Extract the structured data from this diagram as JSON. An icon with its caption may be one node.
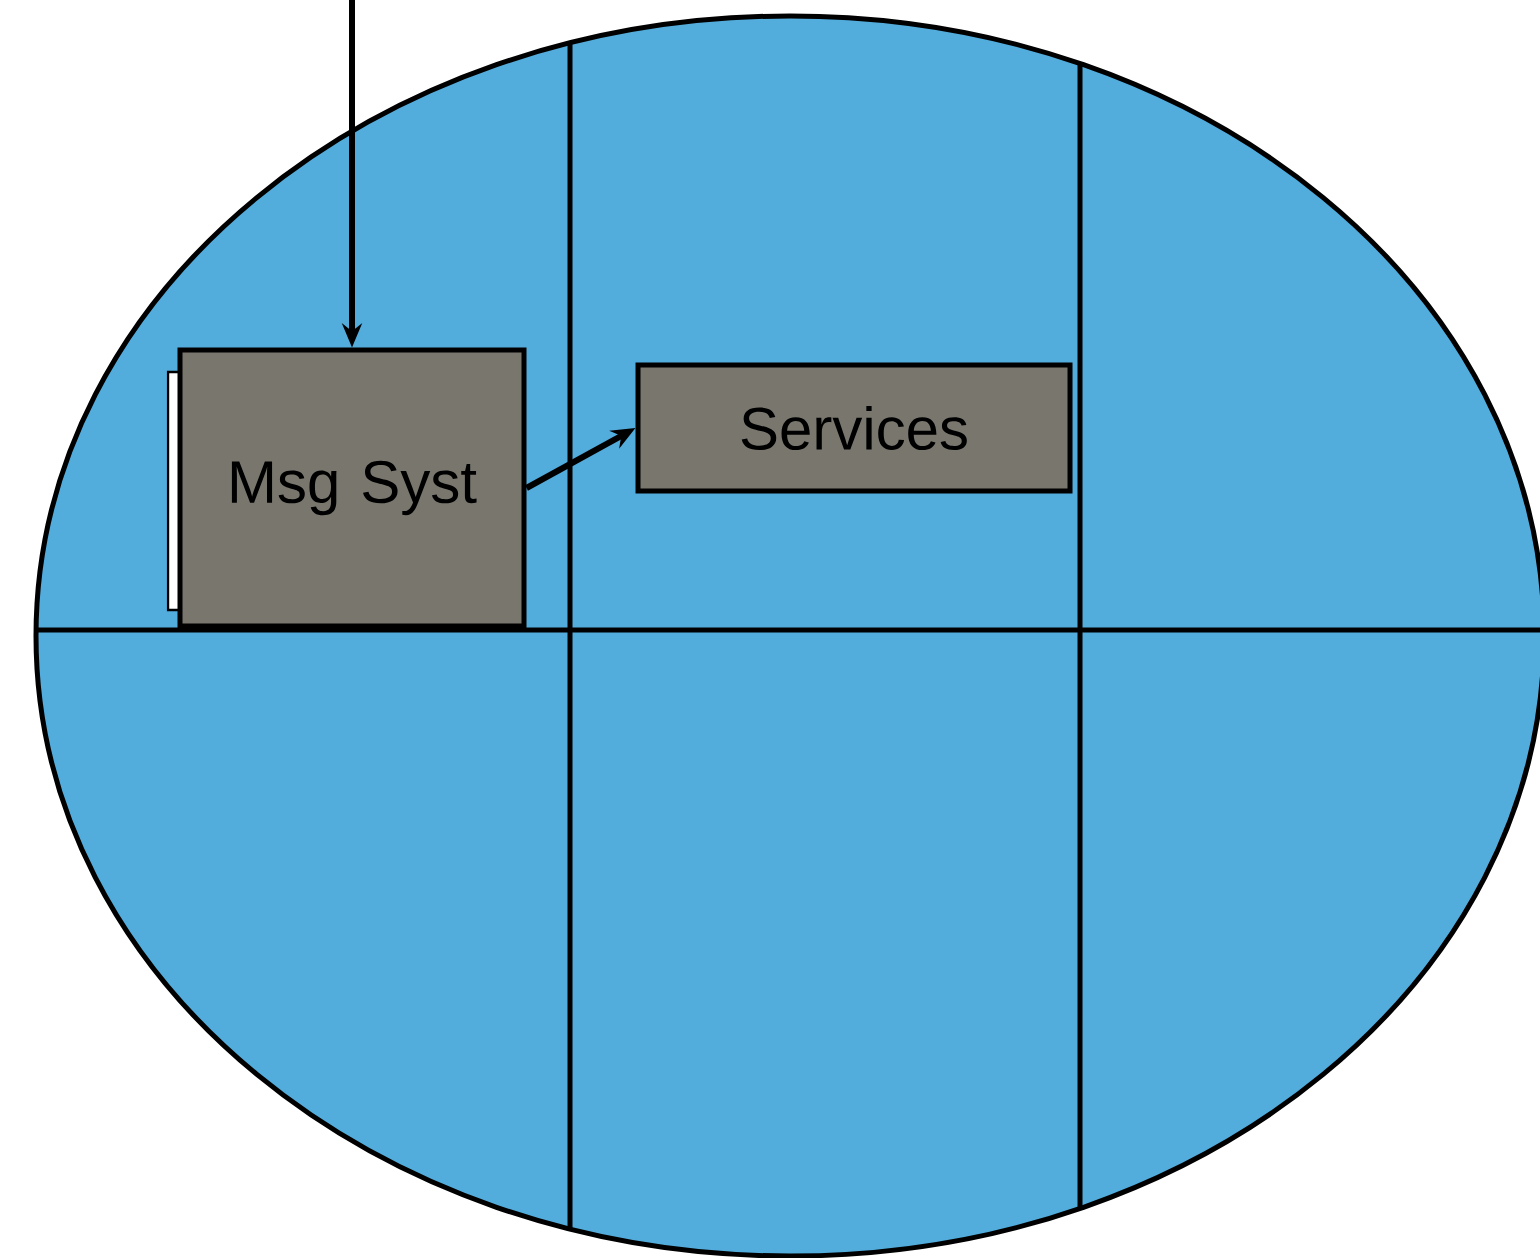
{
  "diagram": {
    "nodes": [
      {
        "text": [
          "Msg Syst"
        ]
      },
      {
        "text": [
          "Services"
        ]
      }
    ],
    "edges": [
      {
        "from": null,
        "to": 0,
        "arrow": "to"
      },
      {
        "from": 0,
        "to": 1,
        "arrow": "to"
      }
    ]
  }
}
